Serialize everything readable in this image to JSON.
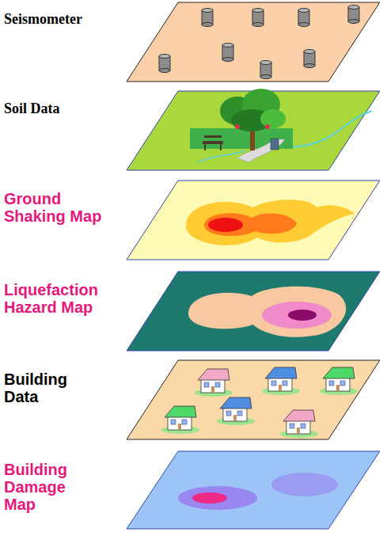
{
  "diagram": {
    "labels": [
      "Seismometer",
      "Soil Data",
      "Ground Shaking Map",
      "Liquefaction Hazard Map",
      "Building Data",
      "Building Damage Map"
    ]
  }
}
